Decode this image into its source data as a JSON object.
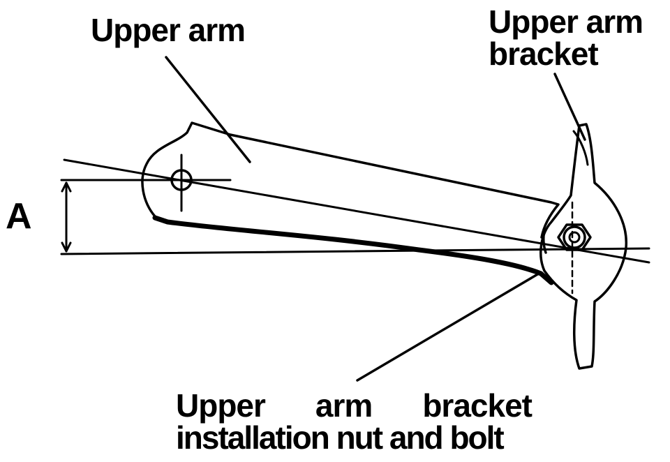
{
  "labels": {
    "upper_arm": "Upper arm",
    "bracket_line1": "Upper arm",
    "bracket_line2": "bracket",
    "dimension": "A",
    "nut_line1_word1": "Upper",
    "nut_line1_word2": "arm",
    "nut_line1_word3": "bracket",
    "nut_line2": "installation nut and bolt"
  },
  "colors": {
    "ink": "#000000",
    "paper": "#ffffff"
  }
}
